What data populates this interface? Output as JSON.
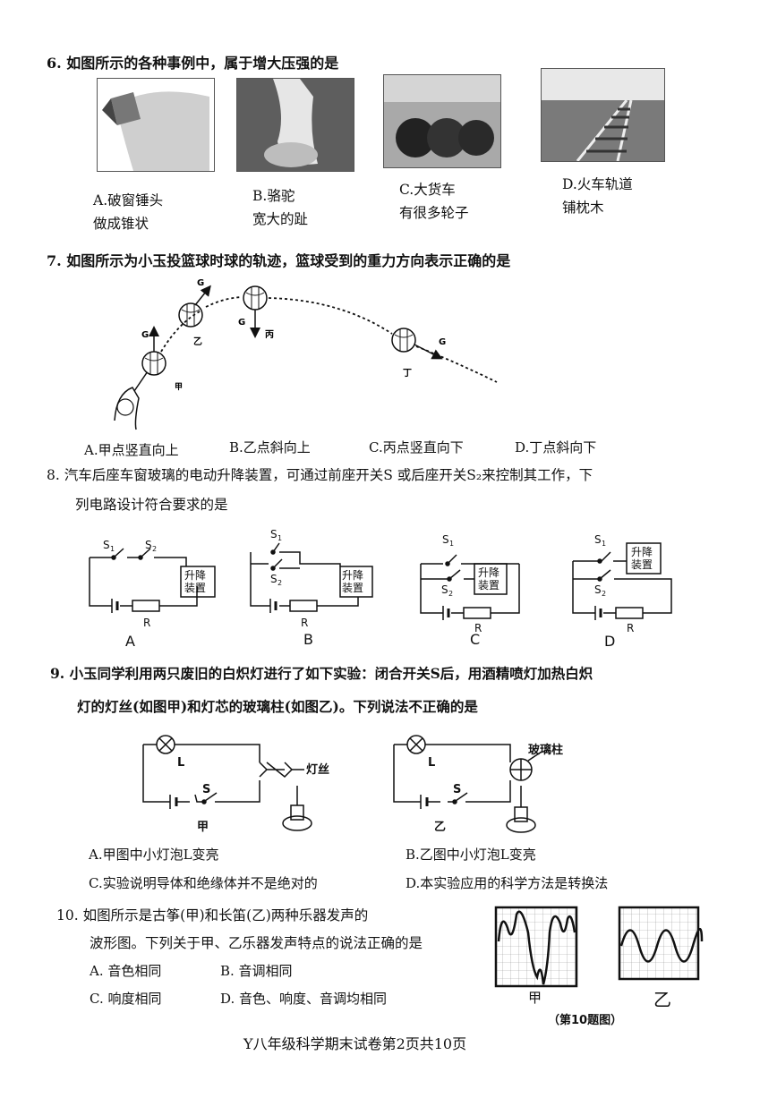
{
  "q6": {
    "stem": "6.  如图所示的各种事例中，属于增大压强的是",
    "captions": [
      [
        "A.破窗锤头",
        "做成锥状"
      ],
      [
        "B.骆驼",
        "宽大的趾"
      ],
      [
        "C.大货车",
        "有很多轮子"
      ],
      [
        "D.火车轨道",
        "铺枕木"
      ]
    ]
  },
  "q7": {
    "stem": "7.  如图所示为小玉投篮球时球的轨迹，篮球受到的重力方向表示正确的是",
    "fig_labels": {
      "g": "G",
      "jia": "甲",
      "yi": "乙",
      "bing": "丙",
      "ding": "丁"
    },
    "options": [
      "A.甲点竖直向上",
      "B.乙点斜向上",
      "C.丙点竖直向下",
      "D.丁点斜向下"
    ]
  },
  "q8": {
    "stem_line1": "8.  汽车后座车窗玻璃的电动升降装置，可通过前座开关S 或后座开关S₂来控制其工作，下",
    "stem_line2": "列电路设计符合要求的是",
    "circuit_labels": {
      "s1": "S",
      "s2": "S",
      "sub1": "1",
      "sub2": "2",
      "r": "R",
      "device1": "升降",
      "device2": "装置"
    },
    "option_letters": [
      "A",
      "B",
      "C",
      "D"
    ]
  },
  "q9": {
    "stem_line1": "9.  小玉同学利用两只废旧的白炽灯进行了如下实验：闭合开关S后，用酒精喷灯加热白炽",
    "stem_line2": "灯的灯丝(如图甲)和灯芯的玻璃柱(如图乙)。下列说法不正确的是",
    "fig_labels": {
      "lamp": "L",
      "switch": "S",
      "filament": "灯丝",
      "glass": "玻璃柱",
      "jia": "甲",
      "yi": "乙"
    },
    "options": [
      "A.甲图中小灯泡L变亮",
      "B.乙图中小灯泡L变亮",
      "C.实验说明导体和绝缘体并不是绝对的",
      "D.本实验应用的科学方法是转换法"
    ]
  },
  "q10": {
    "stem_line1": "10.  如图所示是古筝(甲)和长笛(乙)两种乐器发声的",
    "stem_line2": "波形图。下列关于甲、乙乐器发声特点的说法正确的是",
    "options": [
      "A.  音色相同",
      "B.  音调相同",
      "C.  响度相同",
      "D.  音色、响度、音调均相同"
    ],
    "wave_labels": [
      "甲",
      "乙"
    ],
    "figure_caption": "（第10题图）"
  },
  "footer": "Y八年级科学期末试卷第2页共10页"
}
